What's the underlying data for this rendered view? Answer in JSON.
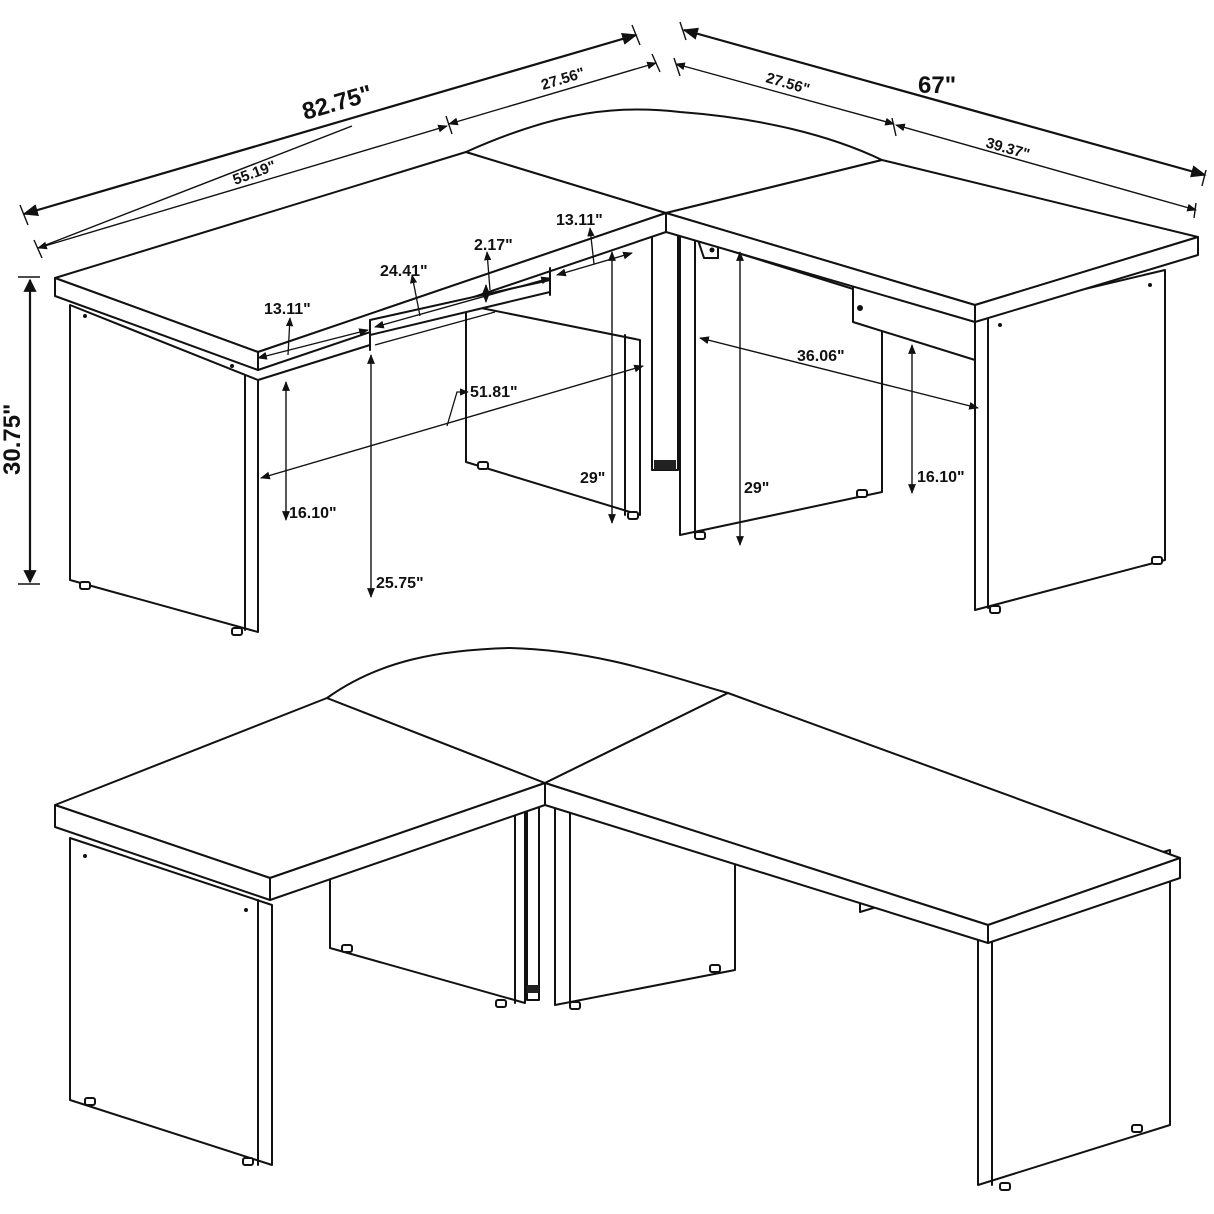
{
  "diagram": {
    "title": "L-shaped desk dimension drawing",
    "units": "inches",
    "views": [
      "dimensioned isometric view",
      "plain isometric view"
    ],
    "dimensions": {
      "overall_length": "82.75\"",
      "long_section": "55.19\"",
      "corner_depth_left": "27.56\"",
      "corner_depth_right": "27.56\"",
      "overall_return": "67\"",
      "return_section": "39.37\"",
      "overall_height": "30.75\"",
      "keyboard_tray_width": "24.41\"",
      "keyboard_tray_height": "2.17\"",
      "left_tray_offset": "13.11\"",
      "right_tray_offset": "13.11\"",
      "knee_space_width": "51.81\"",
      "return_knee_width": "36.06\"",
      "left_clearance": "16.10\"",
      "right_clearance": "16.10\"",
      "under_tray_clearance": "25.75\"",
      "corner_clearance_left": "29\"",
      "corner_clearance_right": "29\""
    }
  }
}
